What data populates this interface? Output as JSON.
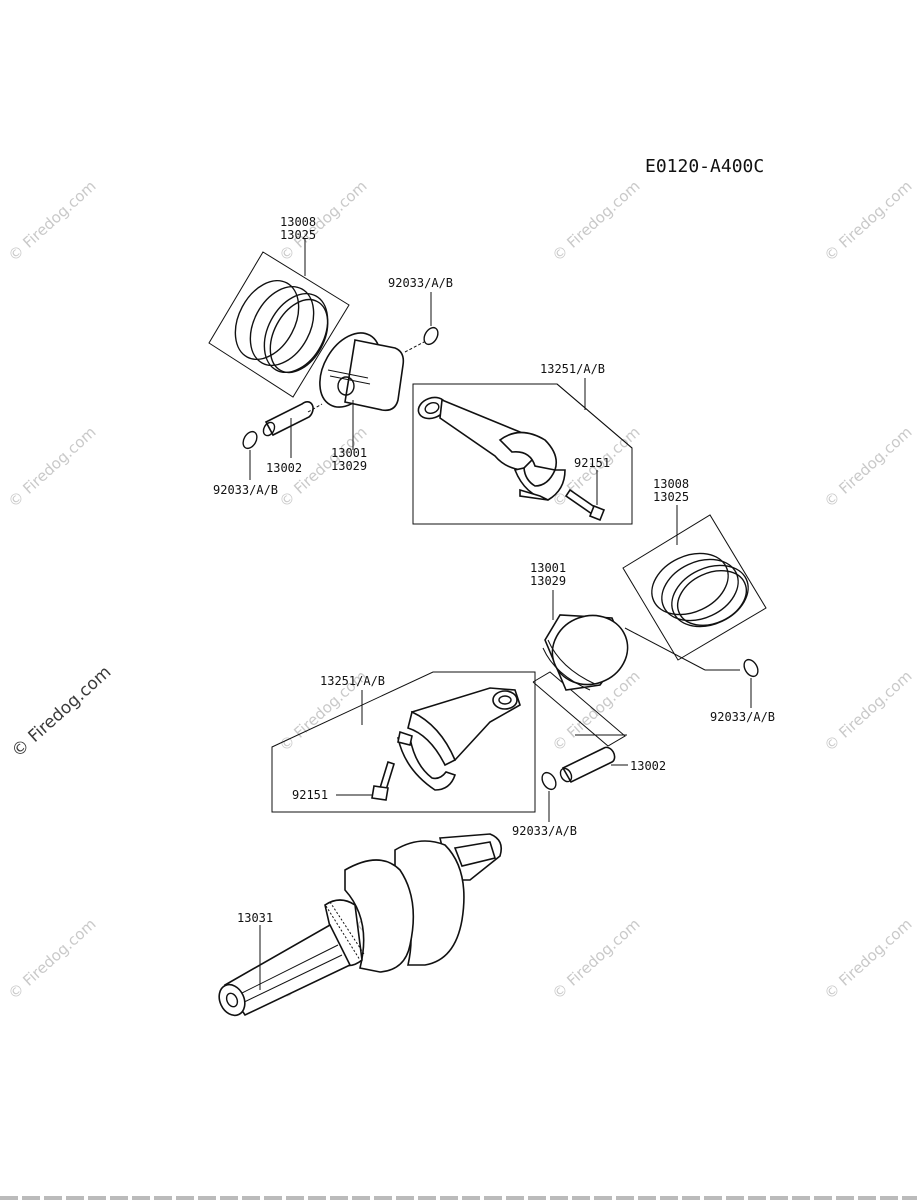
{
  "diagram_code": "E0120-A400C",
  "watermark": {
    "text": "© Firedog.com"
  },
  "labels": {
    "ring_set_top_a": "13008",
    "ring_set_top_b": "13025",
    "snap_ring_top_right": "92033/A/B",
    "piston_top_a": "13001",
    "piston_top_b": "13029",
    "pin_top": "13002",
    "snap_ring_top_left": "92033/A/B",
    "conrod_top": "13251/A/B",
    "bolt_top": "92151",
    "ring_set_right_a": "13008",
    "ring_set_right_b": "13025",
    "piston_mid_a": "13001",
    "piston_mid_b": "13029",
    "snap_ring_right": "92033/A/B",
    "conrod_lower": "13251/A/B",
    "bolt_lower": "92151",
    "pin_lower": "13002",
    "snap_ring_lower": "92033/A/B",
    "crankshaft": "13031"
  }
}
